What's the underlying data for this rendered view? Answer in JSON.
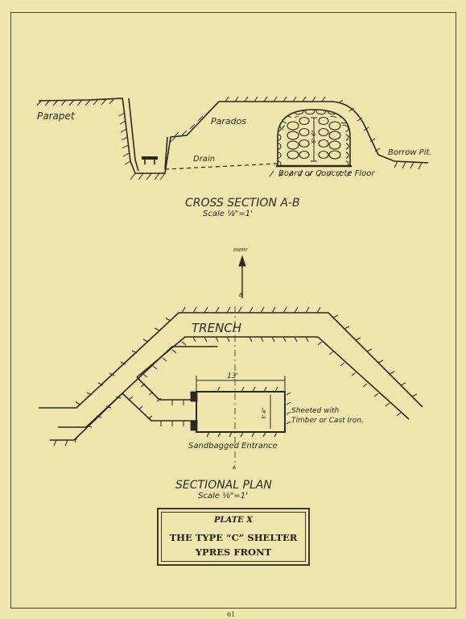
{
  "cross_section": {
    "labels": {
      "parapet": "Parapet",
      "parados": "Parados",
      "drain": "Drain",
      "floor": "Board or Concrete Floor",
      "borrow_pit": "Borrow Pit.",
      "height": "5'-6\""
    },
    "title": "CROSS SECTION A-B",
    "scale": "Scale ⅛\"=1'"
  },
  "plan": {
    "labels": {
      "enemy": "ENEMY",
      "trench": "TRENCH",
      "width": "13'",
      "depth": "5'-6\"",
      "sheeted_line1": "Sheeted with",
      "sheeted_line2": "Timber or Cast Iron.",
      "entrance": "Sandbagged Entrance",
      "marker_b": "B",
      "marker_a": "A"
    },
    "title": "SECTIONAL PLAN",
    "scale": "Scale ⅛\"=1'"
  },
  "plate": {
    "number": "PLATE X",
    "title": "THE TYPE “C” SHELTER",
    "subtitle": "YPRES FRONT"
  },
  "page_number": "61"
}
